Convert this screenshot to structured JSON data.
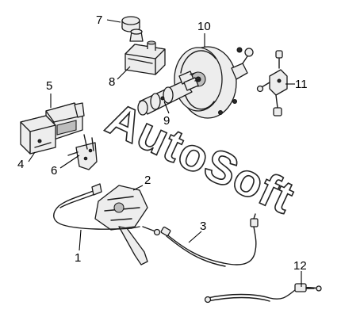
{
  "watermark": "AutoSoft",
  "callouts": [
    {
      "id": "1",
      "part": "1"
    },
    {
      "id": "2",
      "part": "2"
    },
    {
      "id": "3",
      "part": "3"
    },
    {
      "id": "4",
      "part": "4"
    },
    {
      "id": "5",
      "part": "5"
    },
    {
      "id": "6",
      "part": "6"
    },
    {
      "id": "7",
      "part": "7"
    },
    {
      "id": "8",
      "part": "8"
    },
    {
      "id": "9",
      "part": "9"
    },
    {
      "id": "10",
      "part": "10"
    },
    {
      "id": "11",
      "part": "11"
    },
    {
      "id": "12",
      "part": "12"
    }
  ],
  "colors": {
    "ink": "#1a1a1a",
    "background": "#ffffff",
    "fill": "#ededed"
  }
}
